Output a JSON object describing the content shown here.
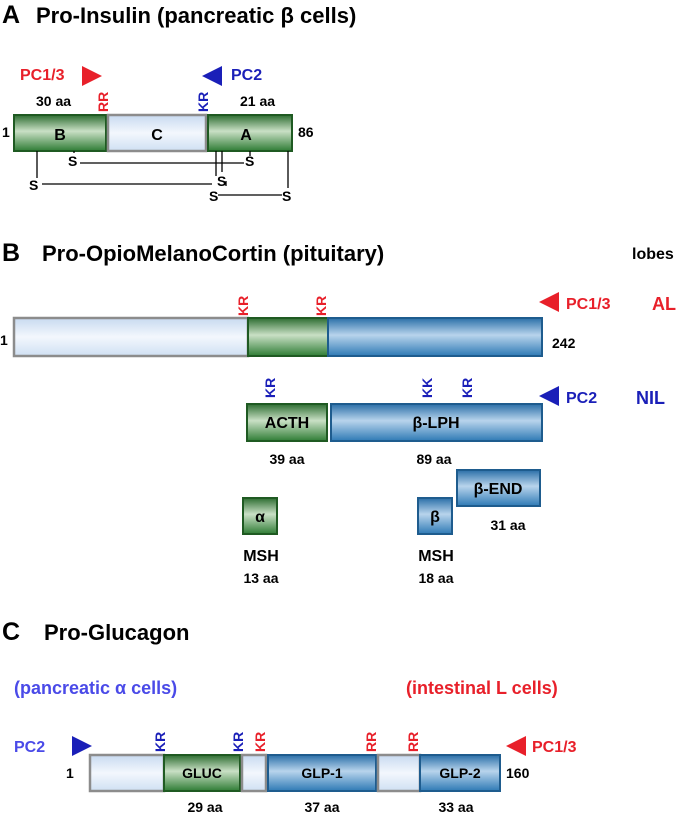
{
  "panelA": {
    "letter": "A",
    "title": "Pro-Insulin (pancreatic β cells)",
    "enzyme_left": "PC1/3",
    "enzyme_right": "PC2",
    "site_rr": "RR",
    "site_kr": "KR",
    "len_b": "30 aa",
    "len_a": "21 aa",
    "start": "1",
    "end": "86",
    "seg_b": "B",
    "seg_c": "C",
    "seg_a": "A",
    "disulfide_s": "S"
  },
  "panelB": {
    "letter": "B",
    "title": "Pro-OpioMelanoCortin (pituitary)",
    "lobes_label": "lobes",
    "start": "1",
    "end": "242",
    "site_kr": "KR",
    "site_kk": "KK",
    "enzyme_1": "PC1/3",
    "lobe_1": "AL",
    "enzyme_2": "PC2",
    "lobe_2": "NIL",
    "acth": "ACTH",
    "acth_len": "39 aa",
    "blph": "β-LPH",
    "blph_len": "89 aa",
    "bend": "β-END",
    "bend_len": "31 aa",
    "alpha": "α",
    "beta": "β",
    "msh": "MSH",
    "alpha_len": "13 aa",
    "beta_len": "18 aa"
  },
  "panelC": {
    "letter": "C",
    "title": "Pro-Glucagon",
    "left_cells": "(pancreatic α cells)",
    "right_cells": "(intestinal L cells)",
    "enzyme_left": "PC2",
    "enzyme_right": "PC1/3",
    "start": "1",
    "end": "160",
    "site_kr": "KR",
    "site_rr": "RR",
    "gluc": "GLUC",
    "gluc_len": "29 aa",
    "glp1": "GLP-1",
    "glp1_len": "37 aa",
    "glp2": "GLP-2",
    "glp2_len": "33 aa"
  },
  "colors": {
    "green": "#2e7a32",
    "blue": "#2f78b0",
    "pale": "#dbe8f6",
    "red": "#e8202a",
    "darkblue": "#1a1fb8"
  }
}
